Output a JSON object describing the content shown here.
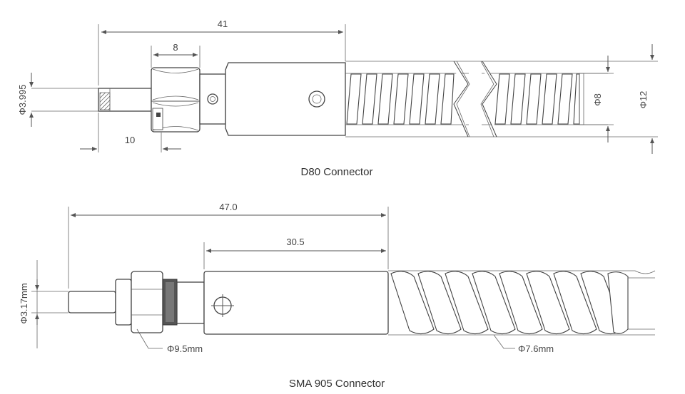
{
  "d80": {
    "caption": "D80 Connector",
    "dims": {
      "length_41": "41",
      "width_8": "8",
      "length_10": "10",
      "dia_3995": "Φ3.995",
      "dia_8": "Φ8",
      "dia_12": "Φ12"
    }
  },
  "sma": {
    "caption": "SMA 905 Connector",
    "dims": {
      "length_47": "47.0",
      "length_305": "30.5",
      "dia_317": "Φ3.17mm",
      "dia_95": "Φ9.5mm",
      "dia_76": "Φ7.6mm"
    }
  }
}
